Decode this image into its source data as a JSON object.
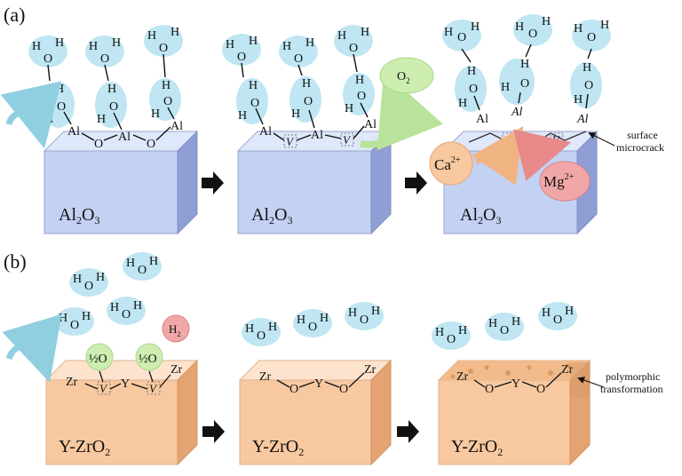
{
  "panels": [
    {
      "label": "(a)",
      "blocks": [
        {
          "material": "Al",
          "material_sub": "2",
          "material_mid": "O",
          "material_sub2": "3"
        },
        {
          "material": "Al",
          "material_sub": "2",
          "material_mid": "O",
          "material_sub2": "3"
        },
        {
          "material": "Al",
          "material_sub": "2",
          "material_mid": "O",
          "material_sub2": "3"
        }
      ],
      "atoms": {
        "al": "Al",
        "o": "O",
        "h": "H",
        "v": "V",
        "al_italic": "Al"
      },
      "released_gas": {
        "main": "O",
        "sub": "2"
      },
      "ions": [
        {
          "main": "Ca",
          "sup": "2+"
        },
        {
          "main": "Mg",
          "sup": "2+"
        }
      ],
      "annotation": [
        "surface",
        "microcrack"
      ]
    },
    {
      "label": "(b)",
      "blocks": [
        {
          "material": "Y-ZrO",
          "material_sub": "2"
        },
        {
          "material": "Y-ZrO",
          "material_sub": "2"
        },
        {
          "material": "Y-ZrO",
          "material_sub": "2"
        }
      ],
      "atoms": {
        "zr": "Zr",
        "y": "Y",
        "o": "O",
        "h": "H",
        "v": "V",
        "half_o": "½O"
      },
      "released_gas": {
        "main": "H",
        "sub": "2"
      },
      "annotation": [
        "polymorphic",
        "transformation"
      ]
    }
  ],
  "colors": {
    "water": "#bfe6f2",
    "al2o3_front": "#c3d1f2",
    "al2o3_top": "#dfe8fa",
    "al2o3_side": "#8f9ed4",
    "yzro2_front": "#f8c9a0",
    "yzro2_top": "#fde3cd",
    "yzro2_side": "#e3a373",
    "o2_bubble": "#cdeeb0",
    "h2_bubble": "#f1a7a7",
    "half_o_bubble": "#cdeeb0",
    "ca_bubble": "#f8c89e",
    "mg_bubble": "#f1a7a7",
    "arrow": "#111111"
  }
}
